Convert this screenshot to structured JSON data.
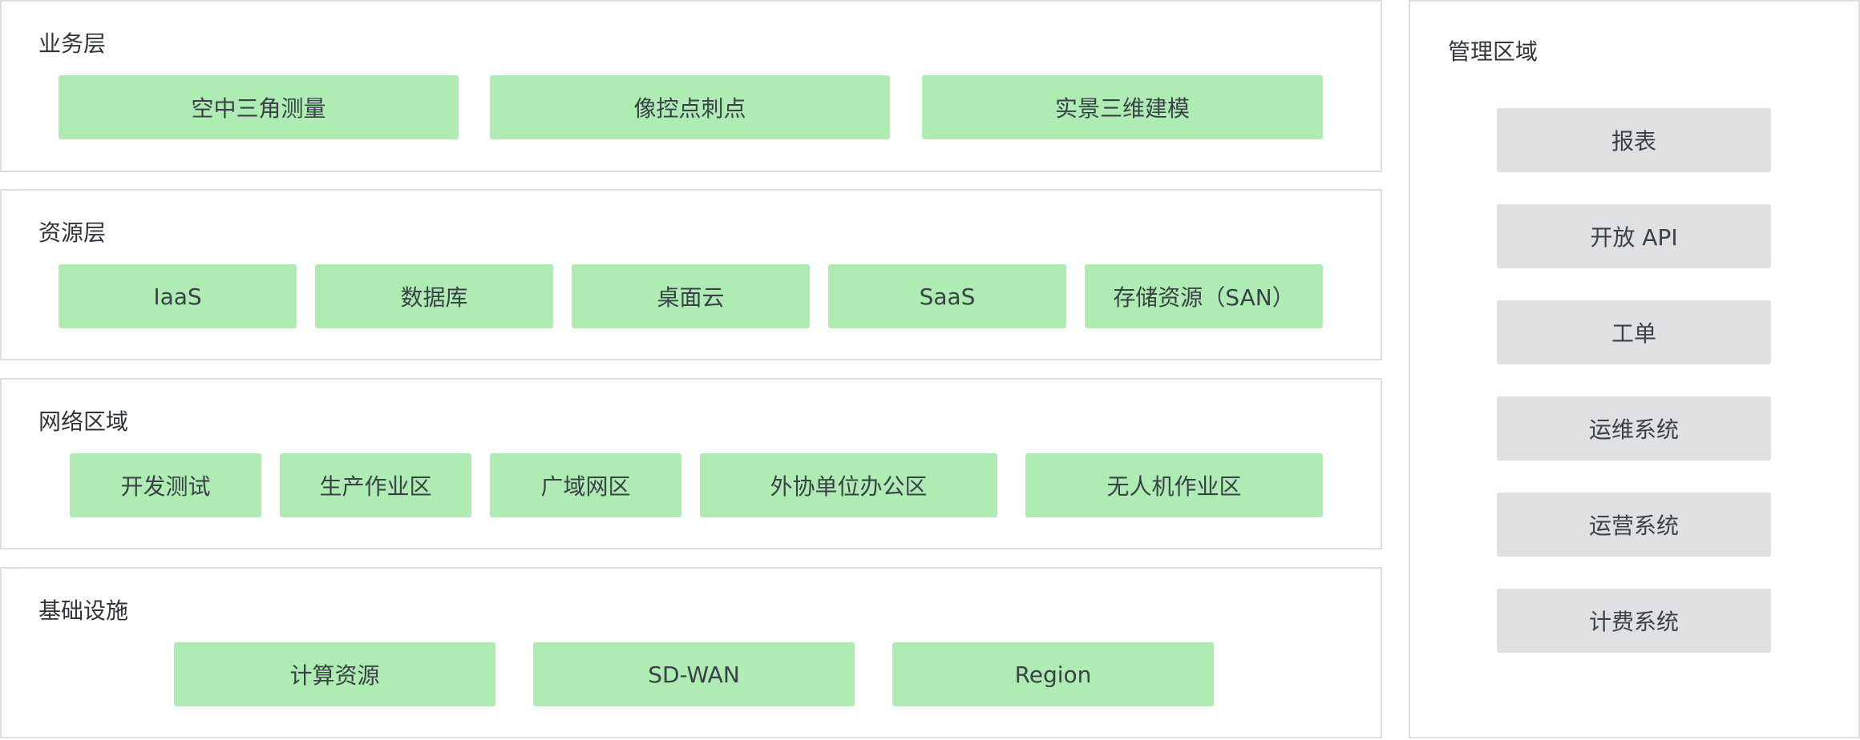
{
  "layers": {
    "business": {
      "title": "业务层",
      "items": [
        "空中三角测量",
        "像控点刺点",
        "实景三维建模"
      ]
    },
    "resource": {
      "title": "资源层",
      "items": [
        "IaaS",
        "数据库",
        "桌面云",
        "SaaS",
        "存储资源（SAN）"
      ]
    },
    "network": {
      "title": "网络区域",
      "items": [
        "开发测试",
        "生产作业区",
        "广域网区",
        "外协单位办公区",
        "无人机作业区"
      ]
    },
    "infrastructure": {
      "title": "基础设施",
      "items": [
        "计算资源",
        "SD-WAN",
        "Region"
      ]
    }
  },
  "management": {
    "title": "管理区域",
    "items": [
      "报表",
      "开放 API",
      "工单",
      "运维系统",
      "运营系统",
      "计费系统"
    ]
  },
  "colors": {
    "layer_item_fill": "#aeecb4",
    "management_item_fill": "#dee0e2",
    "panel_border": "#dcdfe2"
  }
}
